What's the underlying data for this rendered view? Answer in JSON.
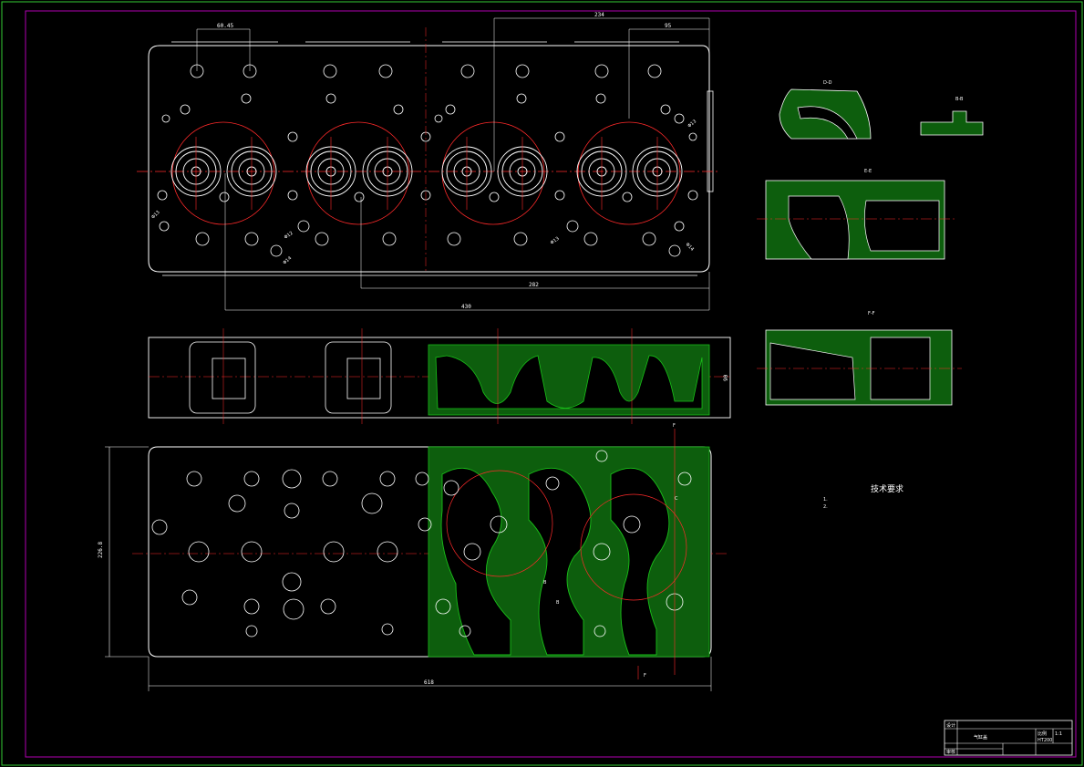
{
  "drawing": {
    "background": "#000000",
    "outline_color": "#ffffff",
    "centerline_color": "#ff2a2a",
    "hatch_color": "#19c019",
    "border_color": "#b000b0",
    "frame_color": "#33cc33"
  },
  "views": {
    "top_view": {
      "dims": {
        "pitch_a": "60.45",
        "span_b": "234",
        "span_c": "95",
        "length_a": "430",
        "length_b": "282"
      },
      "hole_labels": [
        "Φ13",
        "Φ14",
        "Φ12",
        "Φ13",
        "Φ14",
        "Φ13"
      ]
    },
    "side_view": {
      "dims": {
        "height": "90"
      }
    },
    "bottom_view": {
      "dims": {
        "width": "226.8",
        "length": "618"
      },
      "section_marks": [
        "F",
        "F"
      ],
      "labels": [
        "B",
        "B",
        "C"
      ]
    },
    "section_views": {
      "d_d": {
        "label": "D-D"
      },
      "b_b": {
        "label": "B-B"
      },
      "e_e": {
        "label": "E-E"
      },
      "f_f": {
        "label": "F-F"
      }
    }
  },
  "technical_requirements": {
    "heading": "技术要求",
    "items": [
      "1.",
      "2."
    ]
  },
  "title_block": {
    "part_name": "气缸盖",
    "designer_label": "设计",
    "scale_label": "比例",
    "scale_value": "1:1",
    "material": "HT200",
    "checker_label": "审核"
  }
}
